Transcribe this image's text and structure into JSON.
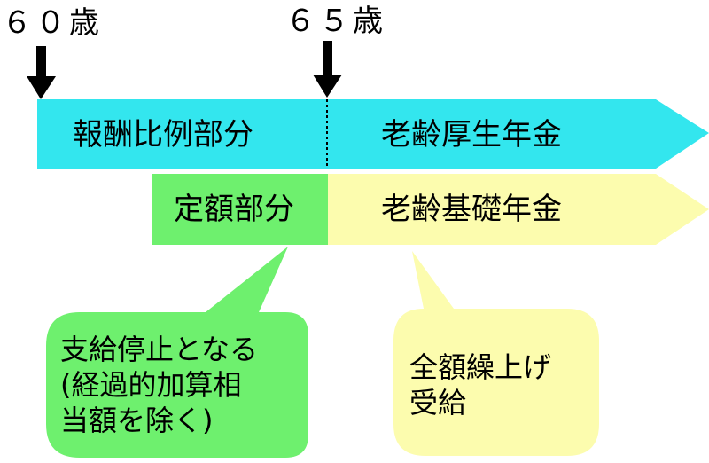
{
  "ages": {
    "age60": "６０歳",
    "age65": "６５歳"
  },
  "bars": {
    "proportional": "報酬比例部分",
    "employees_pension": "老齢厚生年金",
    "fixed": "定額部分",
    "basic_pension": "老齢基礎年金"
  },
  "callouts": {
    "stop": "支給停止となる\n(経過的加算相\n当額を除く)",
    "advance": "全額繰上げ\n受給"
  },
  "colors": {
    "cyan": "#33e6ee",
    "yellow": "#fcfcae",
    "green": "#6ef06e",
    "text": "#000000"
  }
}
